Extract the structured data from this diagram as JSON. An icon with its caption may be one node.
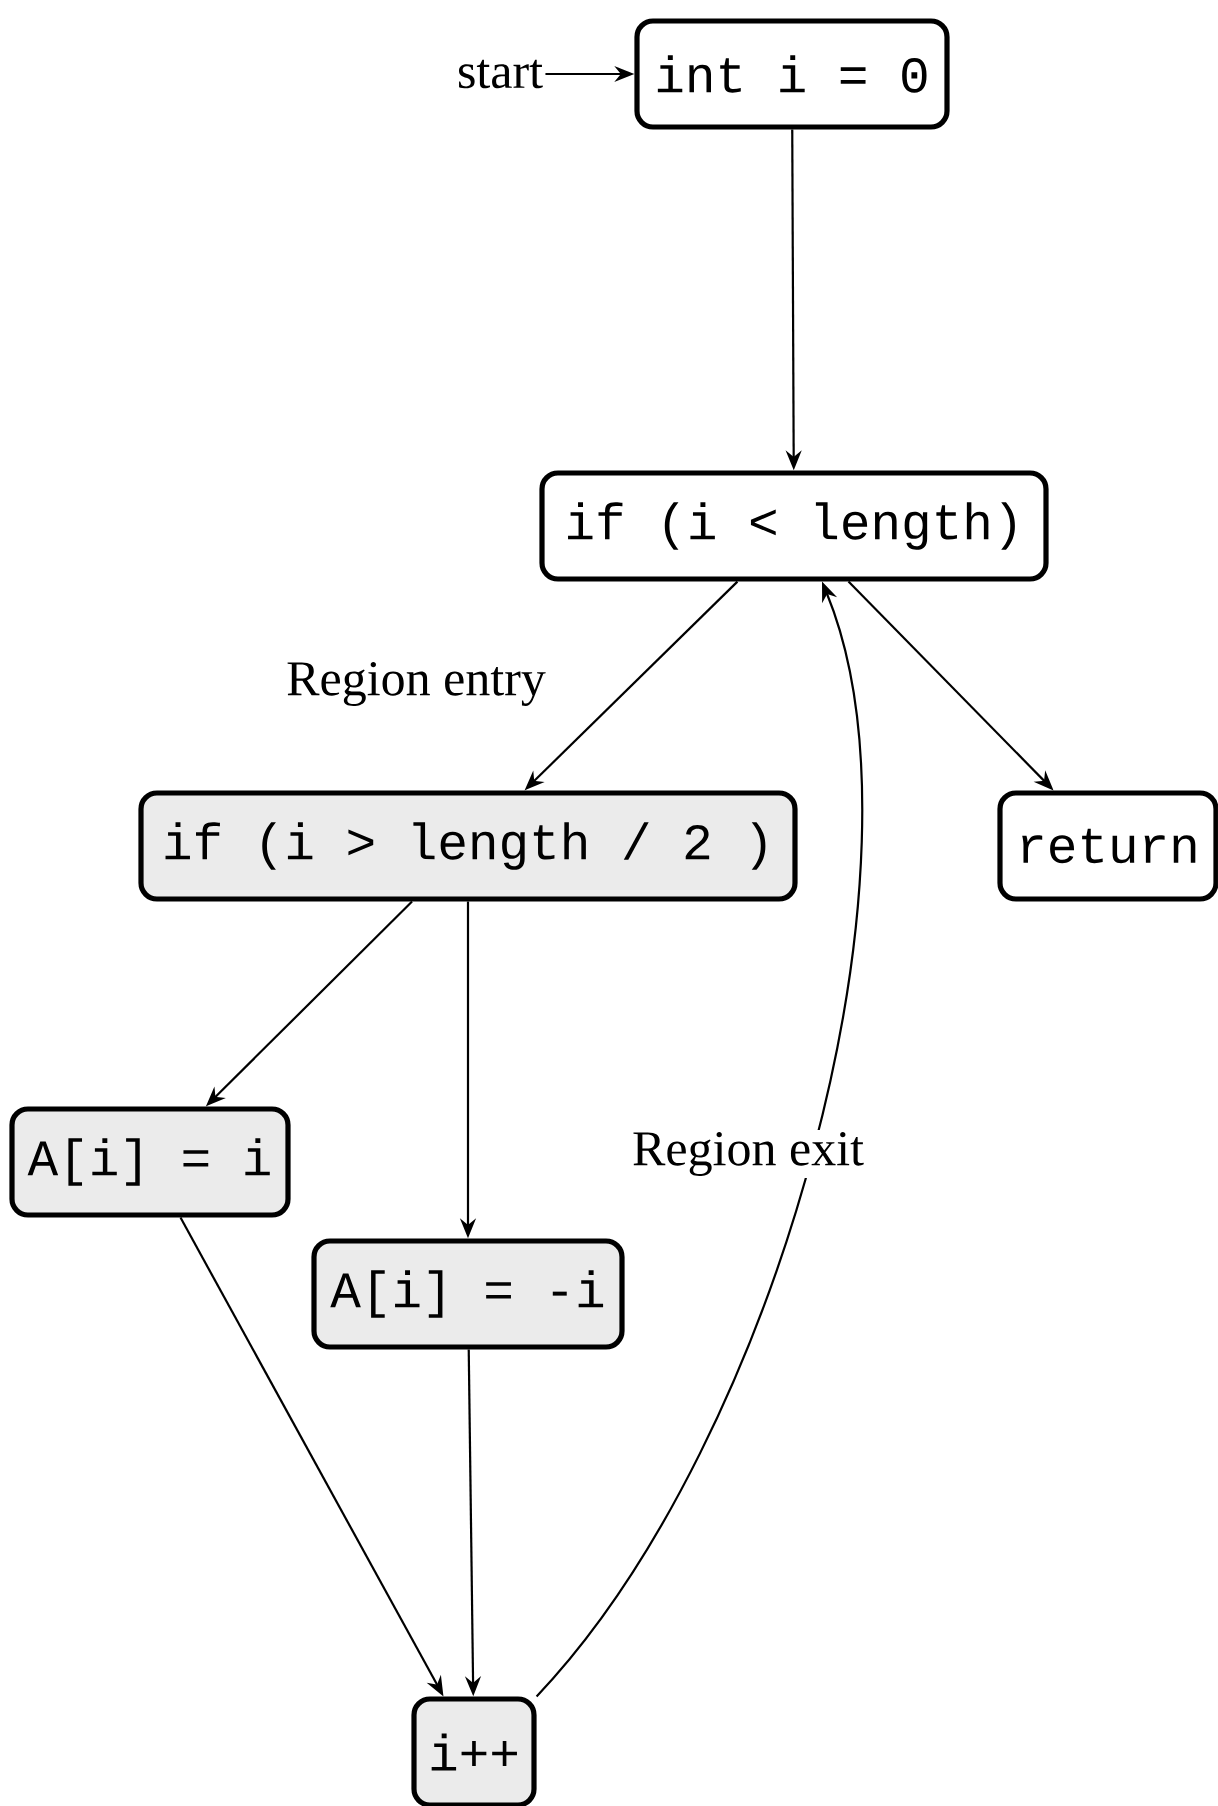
{
  "diagram": {
    "nodes": [
      {
        "text": [
          "start"
        ]
      },
      {
        "text": [
          "int i = 0"
        ]
      },
      {
        "text": [
          "if (i < length)"
        ]
      },
      {
        "text": [
          "if (i > length / 2 )"
        ]
      },
      {
        "text": [
          "return"
        ]
      },
      {
        "text": [
          "A[i] = i"
        ]
      },
      {
        "text": [
          "A[i] = -i"
        ]
      },
      {
        "text": [
          "i++"
        ]
      }
    ],
    "edges": [
      {
        "from": 0,
        "to": 1,
        "arrow": "to"
      },
      {
        "from": 1,
        "to": 2,
        "arrow": "to"
      },
      {
        "from": 2,
        "to": 3,
        "arrow": "to",
        "label": "Region entry"
      },
      {
        "from": 2,
        "to": 4,
        "arrow": "to"
      },
      {
        "from": 3,
        "to": 5,
        "arrow": "to"
      },
      {
        "from": 3,
        "to": 6,
        "arrow": "to"
      },
      {
        "from": 5,
        "to": 7,
        "arrow": "to"
      },
      {
        "from": 6,
        "to": 7,
        "arrow": "to"
      },
      {
        "from": 7,
        "to": 2,
        "arrow": "to",
        "label": "Region exit"
      }
    ]
  }
}
